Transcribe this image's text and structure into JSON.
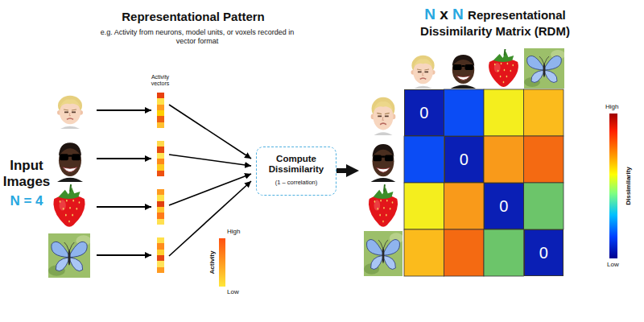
{
  "diagram": {
    "nodes": [
      {
        "text": [
          "Compute Dissimilarity",
          "(1 – correlation)"
        ]
      },
      {
        "text": [
          "N x N Representational Dissimilarity Matrix (RDM)"
        ]
      },
      {
        "text": [
          "0"
        ],
        "in": 1
      },
      {
        "text": [
          "0"
        ],
        "in": 1
      },
      {
        "text": [
          "0"
        ],
        "in": 1
      },
      {
        "text": [
          "0"
        ],
        "in": 1
      }
    ],
    "edges": [
      {
        "from": 0,
        "to": 1,
        "arrow": "to"
      }
    ],
    "labels": [
      "Representational Pattern",
      "e.g. Activity from neurons, model units, or voxels recorded in vector format",
      "Activity vectors",
      "Input Images",
      "N = 4",
      "High",
      "Low",
      "Activity",
      "High",
      "Low",
      "Dissimilarity"
    ]
  }
}
